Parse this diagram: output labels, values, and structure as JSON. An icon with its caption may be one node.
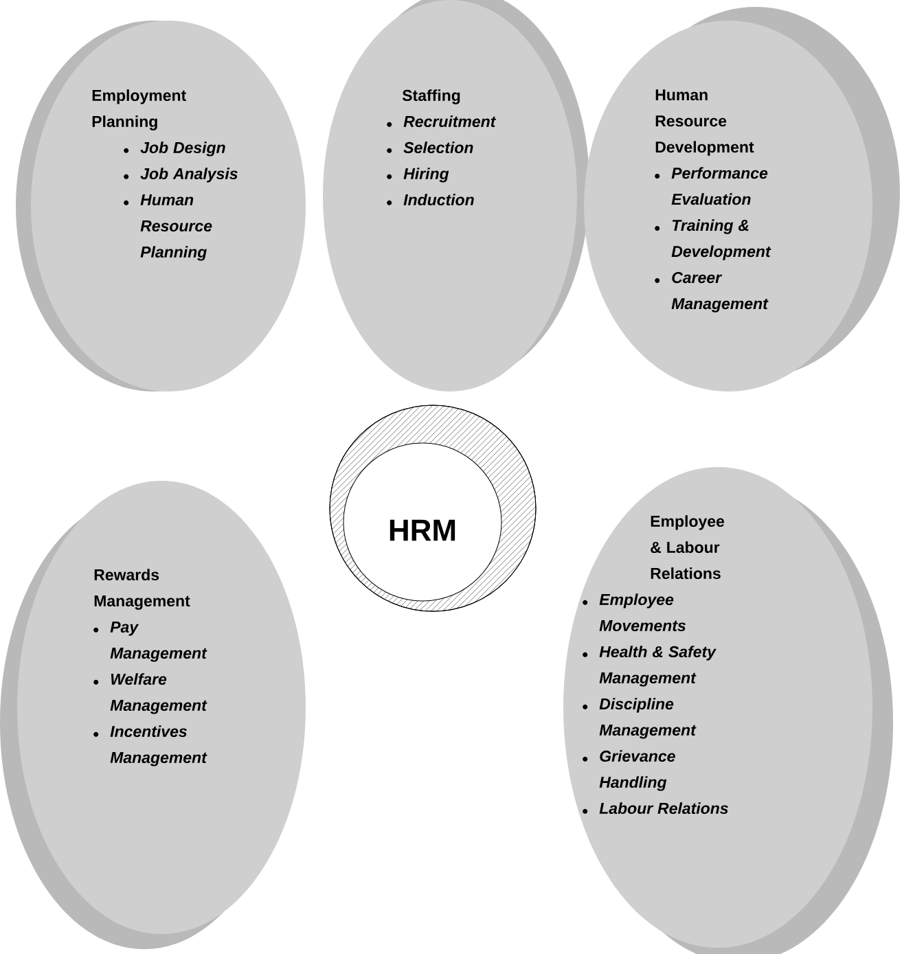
{
  "diagram": {
    "nodes": [
      {
        "text": [
          "Employment Planning",
          "Job Design",
          "Job Analysis",
          "Human Resource Planning"
        ]
      },
      {
        "text": [
          "Staffing",
          "Recruitment",
          "Selection",
          "Hiring",
          "Induction"
        ]
      },
      {
        "text": [
          "Human Resource Development",
          "Performance Evaluation",
          "Training & Development",
          "Career Management"
        ]
      },
      {
        "text": [
          "HRM"
        ]
      },
      {
        "text": [
          "Rewards Management",
          "Pay Management",
          "Welfare Management",
          "Incentives Management"
        ]
      },
      {
        "text": [
          "Employee & Labour Relations",
          "Employee Movements",
          "Health & Safety Management",
          "Discipline Management",
          "Grievance Handling",
          "Labour Relations"
        ]
      }
    ]
  }
}
